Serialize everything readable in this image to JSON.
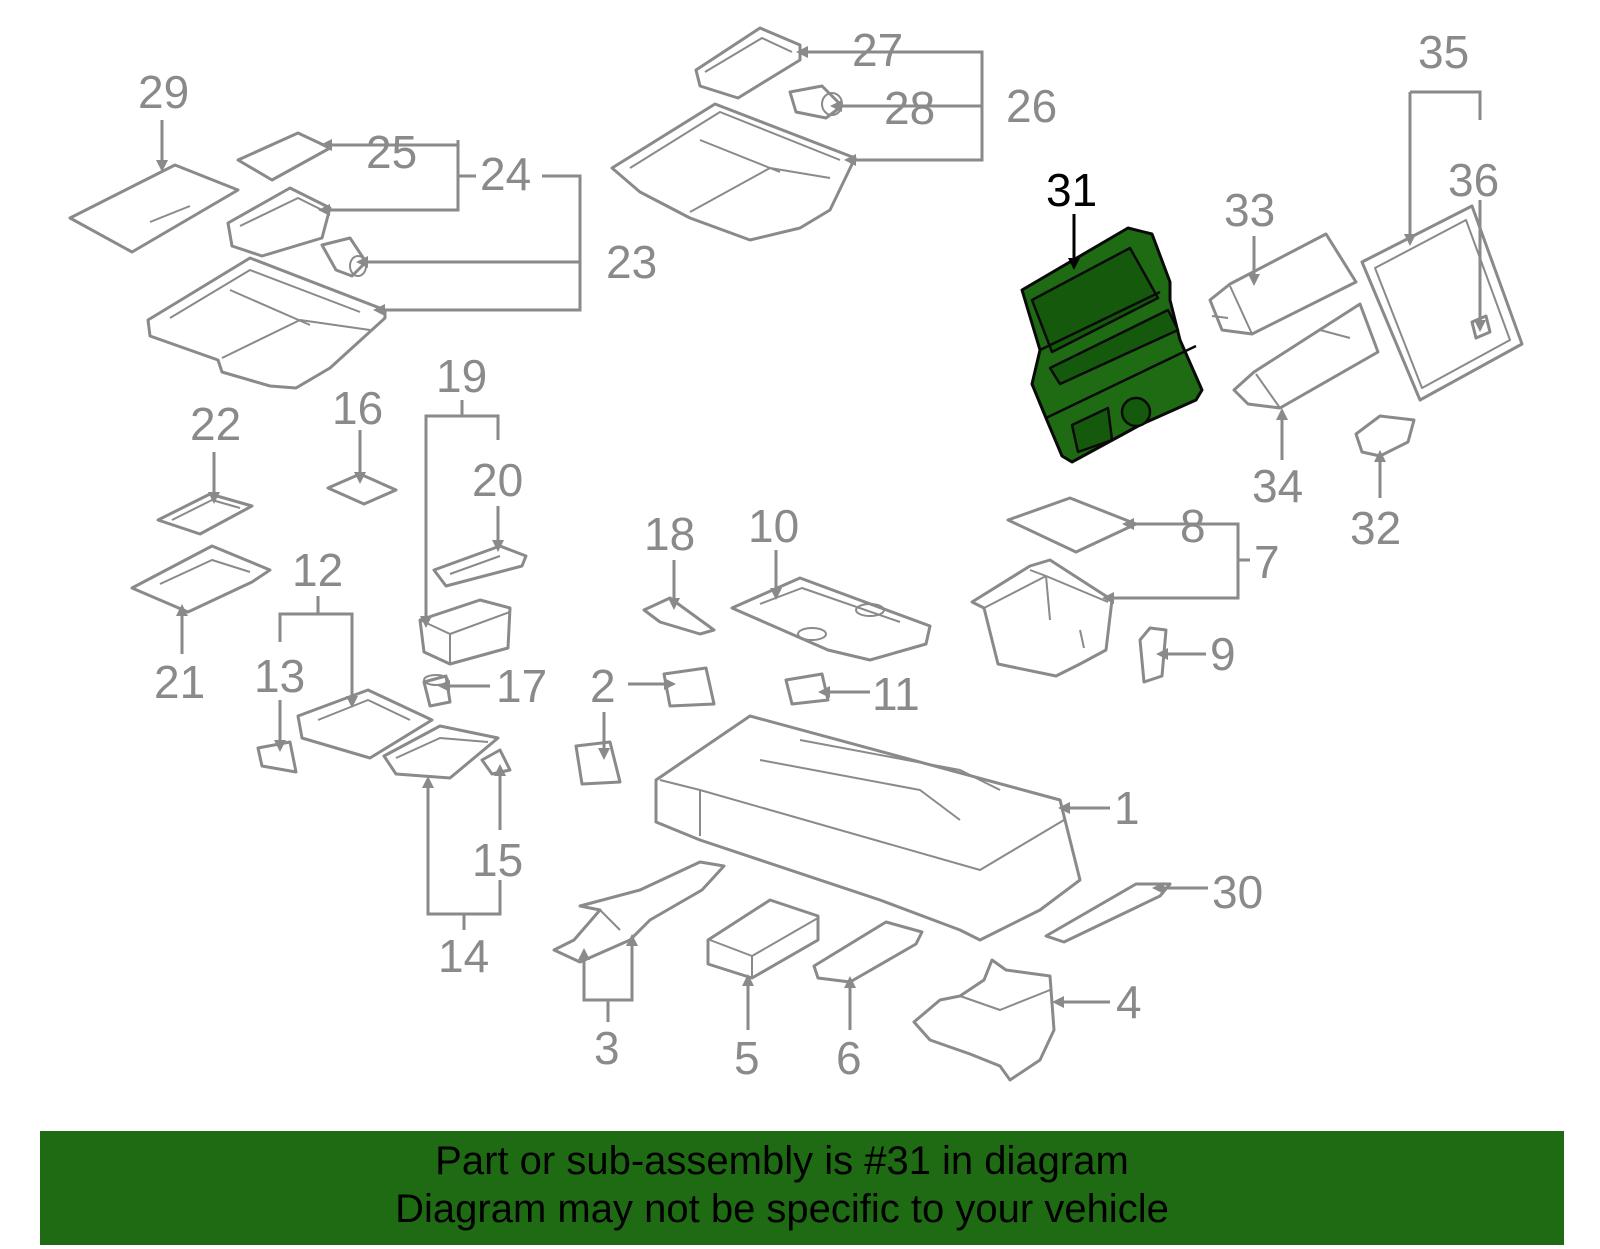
{
  "diagram": {
    "highlight_color": "#1f6b14",
    "highlighted_part": "31",
    "callouts": {
      "c1": "1",
      "c2": "2",
      "c3": "3",
      "c4": "4",
      "c5": "5",
      "c6": "6",
      "c7": "7",
      "c8": "8",
      "c9": "9",
      "c10": "10",
      "c11": "11",
      "c12": "12",
      "c13": "13",
      "c14": "14",
      "c15": "15",
      "c16": "16",
      "c17": "17",
      "c18": "18",
      "c19": "19",
      "c20": "20",
      "c21": "21",
      "c22": "22",
      "c23": "23",
      "c24": "24",
      "c25": "25",
      "c26": "26",
      "c27": "27",
      "c28": "28",
      "c29": "29",
      "c30": "30",
      "c31": "31",
      "c32": "32",
      "c33": "33",
      "c34": "34",
      "c35": "35",
      "c36": "36"
    }
  },
  "banner": {
    "line1": "Part or sub-assembly is #31 in diagram",
    "line2": "Diagram may not be specific to your vehicle",
    "background": "#1f6b14"
  }
}
